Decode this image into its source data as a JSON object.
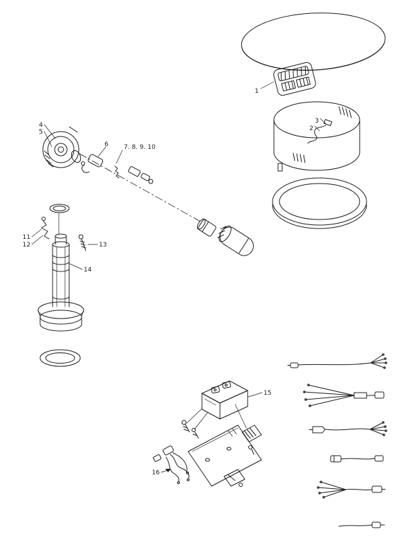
{
  "diagram": {
    "callouts": {
      "part1": "1",
      "part2": "2",
      "part3": "3",
      "part4": "4",
      "part5": "5",
      "part6": "6",
      "parts7to10": "7. 8. 9. 10",
      "part11": "11",
      "part12": "12",
      "part13": "13",
      "part14": "14",
      "part15": "15",
      "part16": "16"
    }
  },
  "colors": {
    "line": "#1c1c1c",
    "background": "#ffffff"
  }
}
